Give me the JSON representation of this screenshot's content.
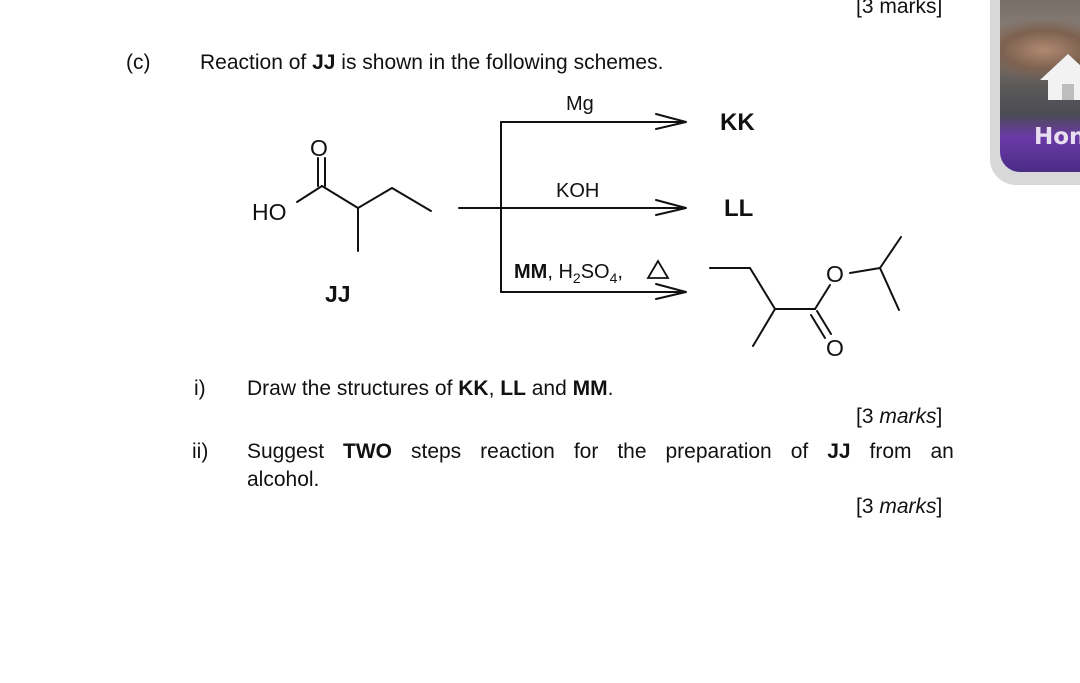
{
  "header": {
    "marks_top": "[3 marks]"
  },
  "question": {
    "label": "(c)",
    "text_pre": "Reaction of ",
    "text_bold": "JJ",
    "text_post": " is shown in the following schemes."
  },
  "scheme": {
    "start_compound_label": "JJ",
    "start_compound_ho": "HO",
    "start_compound_o": "O",
    "reagent_1": "Mg",
    "product_1": "KK",
    "reagent_2": "KOH",
    "product_2": "LL",
    "reagent_3_bold": "MM",
    "reagent_3_rest_a": ", H",
    "reagent_3_sub1": "2",
    "reagent_3_rest_b": "SO",
    "reagent_3_sub2": "4",
    "reagent_3_rest_c": ",",
    "heat_symbol": "△",
    "product_3_o_ether": "O",
    "product_3_o_carbonyl": "O"
  },
  "part_i": {
    "label": "i)",
    "text_pre": "Draw the structures of ",
    "kk": "KK",
    "sep1": ", ",
    "ll": "LL",
    "sep2": " and ",
    "mm": "MM",
    "end": ".",
    "marks_open": "[3 ",
    "marks_word": "marks",
    "marks_close": "]"
  },
  "part_ii": {
    "label": "ii)",
    "word1": "Suggest",
    "word2": "TWO",
    "word3": "steps",
    "word4": "reaction",
    "word5": "for",
    "word6": "the",
    "word7": "preparation",
    "word8": "of",
    "word9": "JJ",
    "word10": "from",
    "word11": "an",
    "line2": "alcohol.",
    "marks_open": "[3 ",
    "marks_word": "marks",
    "marks_close": "]"
  },
  "overlay": {
    "label": "Hon",
    "icon": "home-icon"
  }
}
